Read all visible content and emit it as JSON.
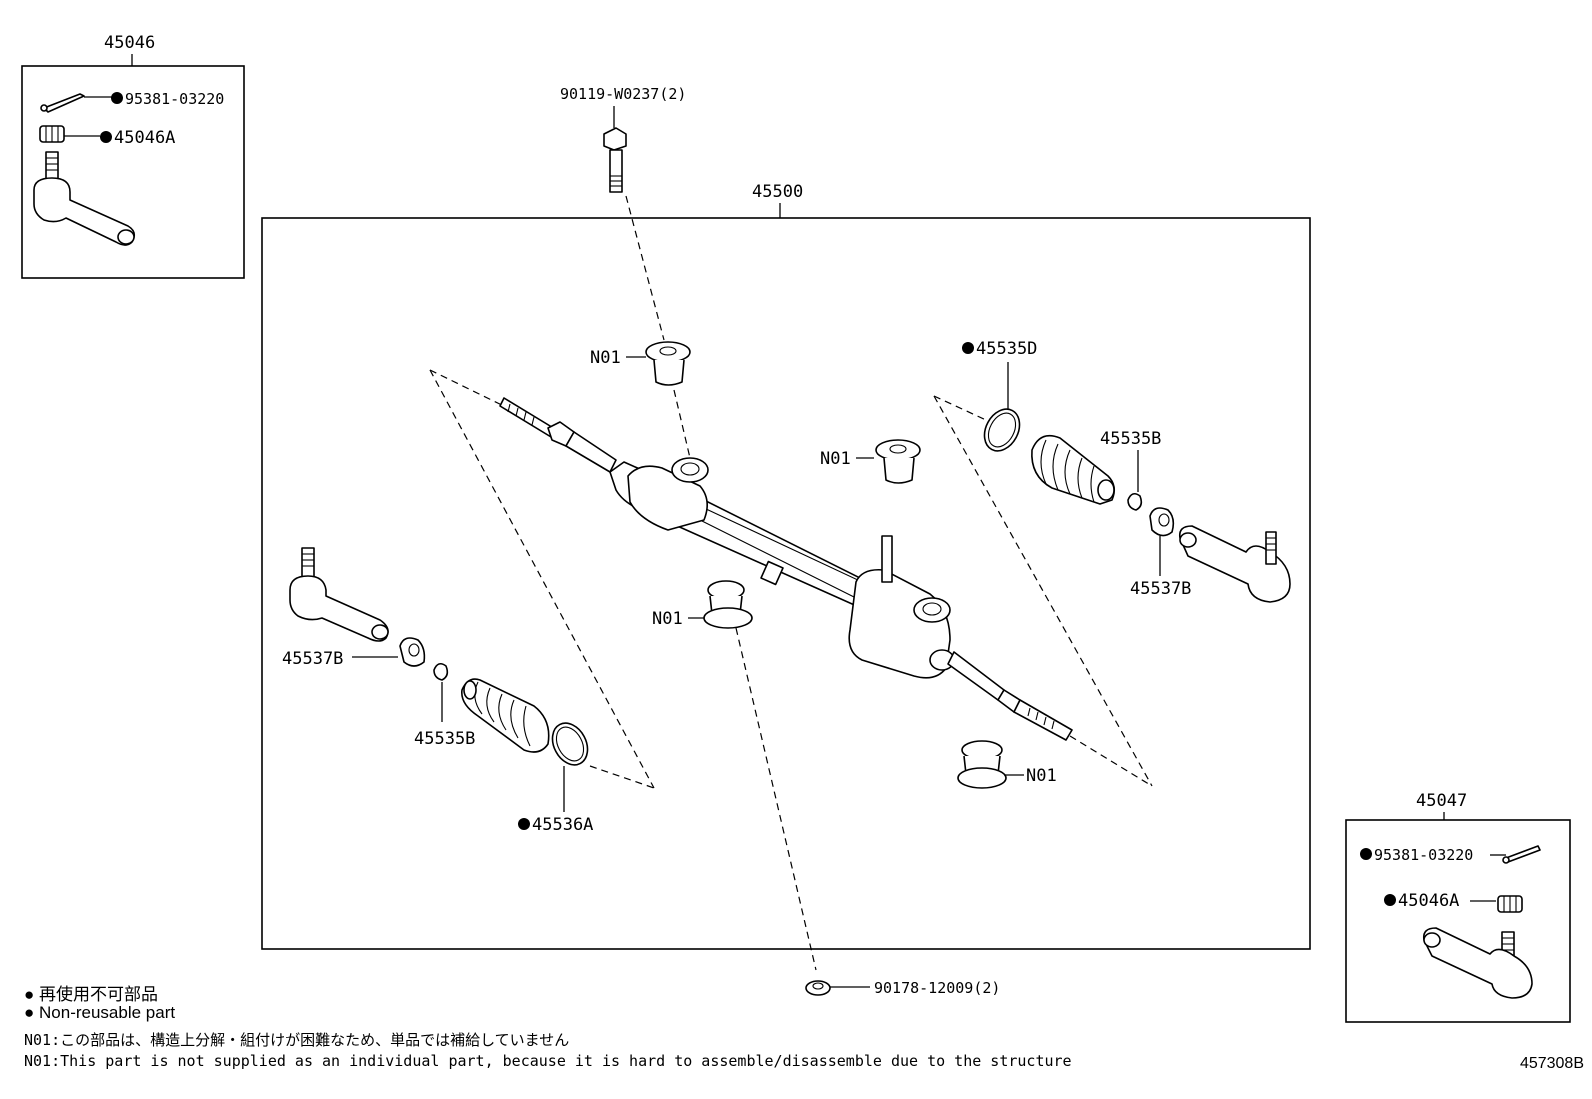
{
  "labels": {
    "a45046": "45046",
    "a45047": "45047",
    "a45500": "45500",
    "bolt_top": "90119-W0237(2)",
    "nut_bottom": "90178-12009(2)",
    "pin_left": "95381-03220",
    "nut_left": "45046A",
    "pin_right": "95381-03220",
    "nut_right": "45046A",
    "n01_a": "N01",
    "n01_b": "N01",
    "n01_c": "N01",
    "n01_d": "N01",
    "clamp_d": "45535D",
    "clip_b_right": "45535B",
    "ring_b_right": "45537B",
    "ring_b_left": "45537B",
    "clip_b_left": "45535B",
    "clamp_a": "45536A"
  },
  "legend": {
    "jp": "再使用不可部品",
    "en": "Non-reusable part",
    "bullet": "●"
  },
  "notes": {
    "n01_jp": "N01:この部品は、構造上分解・組付けが困難なため、単品では補給していません",
    "n01_en": "N01:This part is not supplied as an individual part, because it is hard to assemble/disassemble due to the structure"
  },
  "diagram_code": "457308B"
}
